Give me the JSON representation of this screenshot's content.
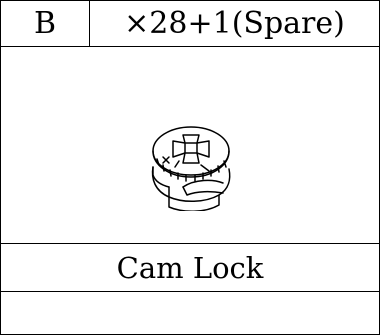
{
  "part": {
    "letter": "B",
    "quantity": "×28+1(Spare)",
    "name": "Cam Lock",
    "figure_icon": "cam-lock-illustration"
  }
}
